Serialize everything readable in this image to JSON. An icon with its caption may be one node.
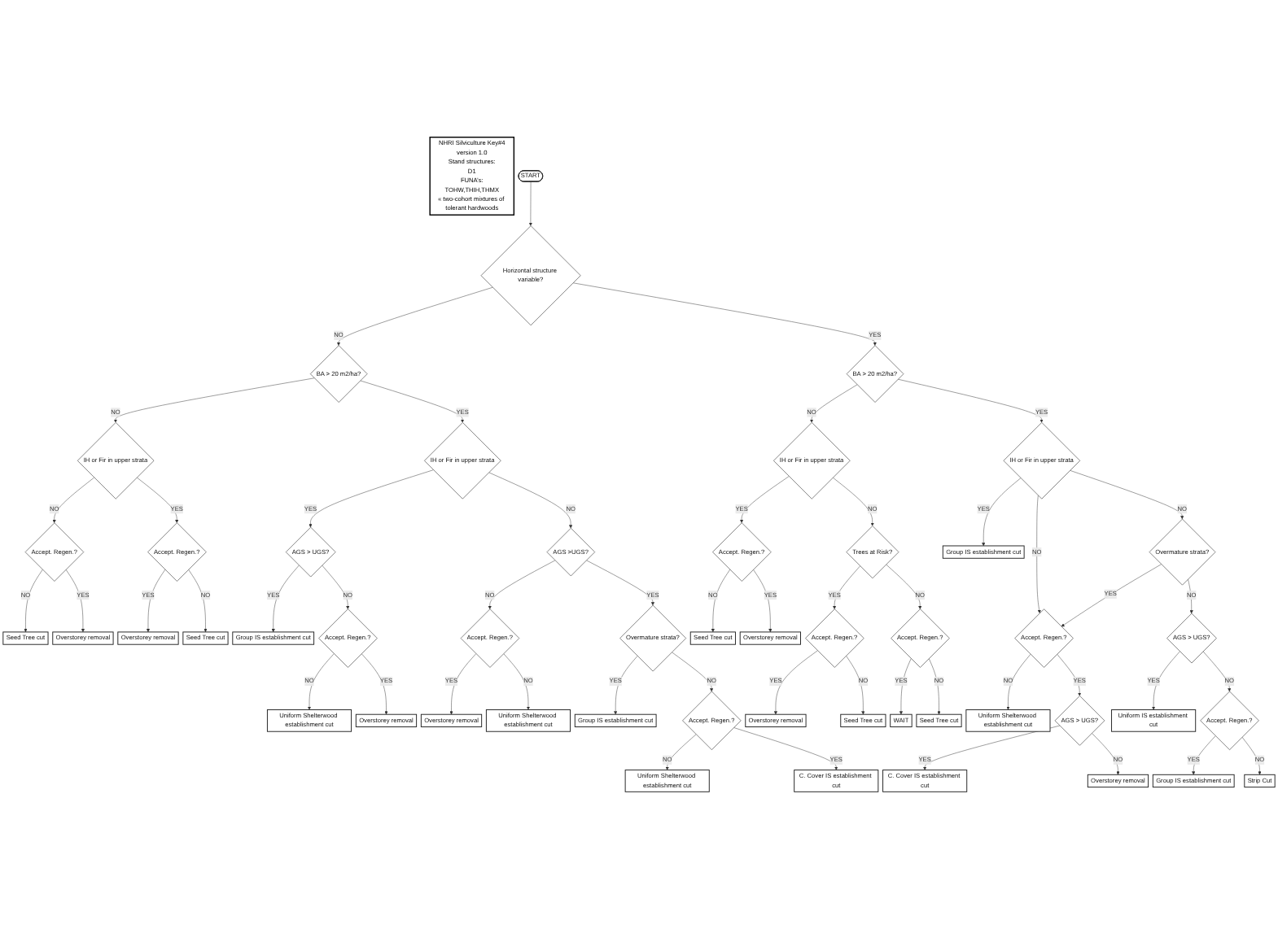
{
  "diagram": {
    "nodes": [
      {
        "text": [
          "NHRI Silviculture Key#4",
          "version 1.0",
          "Stand structures:",
          "D1",
          "FUNA’s:",
          "TOHW,THIH,THMX",
          "« two-cohort mixtures of tolerant hardwoods"
        ]
      },
      {
        "text": [
          "START"
        ]
      },
      {
        "text": [
          "Horizontal structure variable?"
        ]
      },
      {
        "text": [
          "BA > 20 m2/ha?"
        ]
      },
      {
        "text": [
          "IH or Fir in upper strata"
        ]
      },
      {
        "text": [
          "Accept. Regen.?"
        ]
      },
      {
        "text": [
          "Seed Tree cut"
        ]
      },
      {
        "text": [
          "Overstorey removal"
        ]
      },
      {
        "text": [
          "Accept. Regen.?"
        ]
      },
      {
        "text": [
          "Overstorey removal"
        ]
      },
      {
        "text": [
          "Seed Tree cut"
        ]
      },
      {
        "text": [
          "IH or Fir in upper strata"
        ]
      },
      {
        "text": [
          "AGS > UGS?"
        ]
      },
      {
        "text": [
          "Group IS establishment cut"
        ]
      },
      {
        "text": [
          "Accept. Regen.?"
        ]
      },
      {
        "text": [
          "Uniform Shelterwood establishment cut"
        ]
      },
      {
        "text": [
          "Overstorey removal"
        ]
      },
      {
        "text": [
          "AGS >UGS?"
        ]
      },
      {
        "text": [
          "Accept. Regen.?"
        ]
      },
      {
        "text": [
          "Overstorey removal"
        ]
      },
      {
        "text": [
          "Uniform Shelterwood establishment cut"
        ]
      },
      {
        "text": [
          "Overmature strata?"
        ]
      },
      {
        "text": [
          "Group IS establishment cut"
        ]
      },
      {
        "text": [
          "Accept. Regen.?"
        ]
      },
      {
        "text": [
          "Uniform Shelterwood establishment cut"
        ]
      },
      {
        "text": [
          "C. Cover IS establishment cut"
        ]
      },
      {
        "text": [
          "BA > 20 m2/ha?"
        ]
      },
      {
        "text": [
          "IH or Fir in upper strata"
        ]
      },
      {
        "text": [
          "Accept. Regen.?"
        ]
      },
      {
        "text": [
          "Seed Tree cut"
        ]
      },
      {
        "text": [
          "Overstorey removal"
        ]
      },
      {
        "text": [
          "Trees at Risk?"
        ]
      },
      {
        "text": [
          "Accept. Regen.?"
        ]
      },
      {
        "text": [
          "Overstorey removal"
        ]
      },
      {
        "text": [
          "Seed Tree cut"
        ]
      },
      {
        "text": [
          "Accept. Regen.?"
        ]
      },
      {
        "text": [
          "WAIT"
        ]
      },
      {
        "text": [
          "Seed Tree cut"
        ]
      },
      {
        "text": [
          "IH or Fir in upper strata"
        ]
      },
      {
        "text": [
          "Group IS establishment cut"
        ]
      },
      {
        "text": [
          "Accept. Regen.?"
        ]
      },
      {
        "text": [
          "Uniform Shelterwood establishment cut"
        ]
      },
      {
        "text": [
          "AGS > UGS?"
        ]
      },
      {
        "text": [
          "C. Cover IS establishment cut"
        ]
      },
      {
        "text": [
          "Overstorey removal"
        ]
      },
      {
        "text": [
          "Overmature strata?"
        ]
      },
      {
        "text": [
          "AGS > UGS?"
        ]
      },
      {
        "text": [
          "Uniform IS establishment cut"
        ]
      },
      {
        "text": [
          "Accept. Regen.?"
        ]
      },
      {
        "text": [
          "Group IS establishment cut"
        ]
      },
      {
        "text": [
          "Strip Cut"
        ]
      }
    ],
    "edges": [
      {
        "from": 1,
        "to": 2,
        "arrow": "to"
      },
      {
        "from": 2,
        "to": 3,
        "label": "NO",
        "arrow": "to"
      },
      {
        "from": 3,
        "to": 4,
        "label": "NO",
        "arrow": "to"
      },
      {
        "from": 4,
        "to": 5,
        "label": "NO",
        "arrow": "to"
      },
      {
        "from": 5,
        "to": 6,
        "label": "NO",
        "arrow": "to"
      },
      {
        "from": 5,
        "to": 7,
        "label": "YES",
        "arrow": "to"
      },
      {
        "from": 4,
        "to": 8,
        "label": "YES",
        "arrow": "to"
      },
      {
        "from": 8,
        "to": 9,
        "label": "YES",
        "arrow": "to"
      },
      {
        "from": 8,
        "to": 10,
        "label": "NO",
        "arrow": "to"
      },
      {
        "from": 3,
        "to": 11,
        "label": "YES",
        "arrow": "to"
      },
      {
        "from": 11,
        "to": 12,
        "label": "YES",
        "arrow": "to"
      },
      {
        "from": 12,
        "to": 13,
        "label": "YES",
        "arrow": "to"
      },
      {
        "from": 12,
        "to": 14,
        "label": "NO",
        "arrow": "to"
      },
      {
        "from": 14,
        "to": 15,
        "label": "NO",
        "arrow": "to"
      },
      {
        "from": 14,
        "to": 16,
        "label": "YES",
        "arrow": "to"
      },
      {
        "from": 11,
        "to": 17,
        "label": "NO",
        "arrow": "to"
      },
      {
        "from": 17,
        "to": 18,
        "label": "NO",
        "arrow": "to"
      },
      {
        "from": 18,
        "to": 19,
        "label": "YES",
        "arrow": "to"
      },
      {
        "from": 18,
        "to": 20,
        "label": "NO",
        "arrow": "to"
      },
      {
        "from": 17,
        "to": 21,
        "label": "YES",
        "arrow": "to"
      },
      {
        "from": 21,
        "to": 22,
        "label": "YES",
        "arrow": "to"
      },
      {
        "from": 21,
        "to": 23,
        "label": "NO",
        "arrow": "to"
      },
      {
        "from": 23,
        "to": 24,
        "label": "NO",
        "arrow": "to"
      },
      {
        "from": 23,
        "to": 25,
        "label": "YES",
        "arrow": "to"
      },
      {
        "from": 2,
        "to": 26,
        "label": "YES",
        "arrow": "to"
      },
      {
        "from": 26,
        "to": 27,
        "label": "NO",
        "arrow": "to"
      },
      {
        "from": 27,
        "to": 28,
        "label": "YES",
        "arrow": "to"
      },
      {
        "from": 28,
        "to": 29,
        "label": "NO",
        "arrow": "to"
      },
      {
        "from": 28,
        "to": 30,
        "label": "YES",
        "arrow": "to"
      },
      {
        "from": 27,
        "to": 31,
        "label": "NO",
        "arrow": "to"
      },
      {
        "from": 31,
        "to": 32,
        "label": "YES",
        "arrow": "to"
      },
      {
        "from": 32,
        "to": 33,
        "label": "YES",
        "arrow": "to"
      },
      {
        "from": 32,
        "to": 34,
        "label": "NO",
        "arrow": "to"
      },
      {
        "from": 31,
        "to": 35,
        "label": "NO",
        "arrow": "to"
      },
      {
        "from": 35,
        "to": 36,
        "label": "YES",
        "arrow": "to"
      },
      {
        "from": 35,
        "to": 37,
        "label": "NO",
        "arrow": "to"
      },
      {
        "from": 26,
        "to": 38,
        "label": "YES",
        "arrow": "to"
      },
      {
        "from": 38,
        "to": 39,
        "label": "YES",
        "arrow": "to"
      },
      {
        "from": 38,
        "to": 40,
        "label": "NO",
        "arrow": "to"
      },
      {
        "from": 40,
        "to": 41,
        "label": "NO",
        "arrow": "to"
      },
      {
        "from": 40,
        "to": 42,
        "label": "YES",
        "arrow": "to"
      },
      {
        "from": 42,
        "to": 43,
        "label": "YES",
        "arrow": "to"
      },
      {
        "from": 42,
        "to": 44,
        "label": "NO",
        "arrow": "to"
      },
      {
        "from": 38,
        "to": 45,
        "label": "NO",
        "arrow": "to"
      },
      {
        "from": 45,
        "to": 40,
        "label": "YES",
        "arrow": "to"
      },
      {
        "from": 45,
        "to": 46,
        "label": "NO",
        "arrow": "to"
      },
      {
        "from": 46,
        "to": 47,
        "label": "YES",
        "arrow": "to"
      },
      {
        "from": 46,
        "to": 48,
        "label": "NO",
        "arrow": "to"
      },
      {
        "from": 48,
        "to": 49,
        "label": "YES",
        "arrow": "to"
      },
      {
        "from": 48,
        "to": 50,
        "label": "NO",
        "arrow": "to"
      }
    ]
  }
}
